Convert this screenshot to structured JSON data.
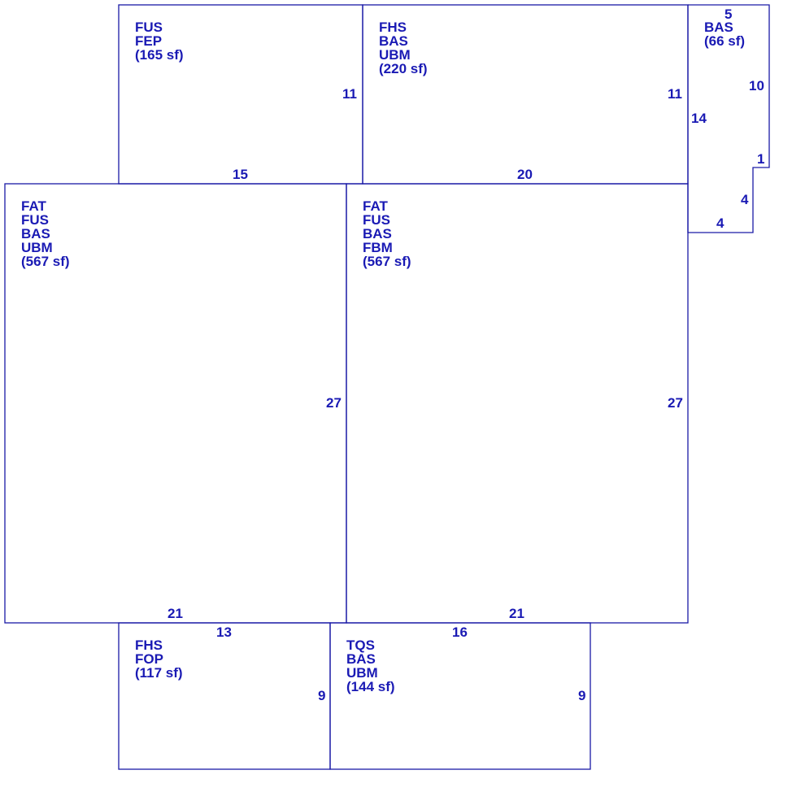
{
  "colors": {
    "line": "#1a1aa6",
    "text": "#1a1ab4",
    "background": "#ffffff"
  },
  "areas": [
    {
      "id": "fus-fep",
      "codes": [
        "FUS",
        "FEP"
      ],
      "area": "(165 sf)"
    },
    {
      "id": "fhs-bas-ubm",
      "codes": [
        "FHS",
        "BAS",
        "UBM"
      ],
      "area": "(220 sf)"
    },
    {
      "id": "bas-small",
      "codes": [
        "BAS"
      ],
      "area": "(66 sf)"
    },
    {
      "id": "fat-fus-bas-ubm",
      "codes": [
        "FAT",
        "FUS",
        "BAS",
        "UBM"
      ],
      "area": "(567 sf)"
    },
    {
      "id": "fat-fus-bas-fbm",
      "codes": [
        "FAT",
        "FUS",
        "BAS",
        "FBM"
      ],
      "area": "(567 sf)"
    },
    {
      "id": "fhs-fop",
      "codes": [
        "FHS",
        "FOP"
      ],
      "area": "(117 sf)"
    },
    {
      "id": "tqs-bas-ubm",
      "codes": [
        "TQS",
        "BAS",
        "UBM"
      ],
      "area": "(144 sf)"
    }
  ],
  "dimensions": {
    "fus_fep_side": "11",
    "fus_fep_bottom": "15",
    "fhs_side": "11",
    "fhs_bottom": "20",
    "bas_top": "5",
    "bas_right": "10",
    "bas_left": "14",
    "bas_step": "1",
    "bas_notch_side": "4",
    "bas_notch_bottom": "4",
    "left_main_side": "27",
    "left_main_bottom": "21",
    "right_main_side": "27",
    "right_main_bottom": "21",
    "fop_top": "13",
    "fop_side": "9",
    "tqs_top": "16",
    "tqs_side": "9"
  }
}
